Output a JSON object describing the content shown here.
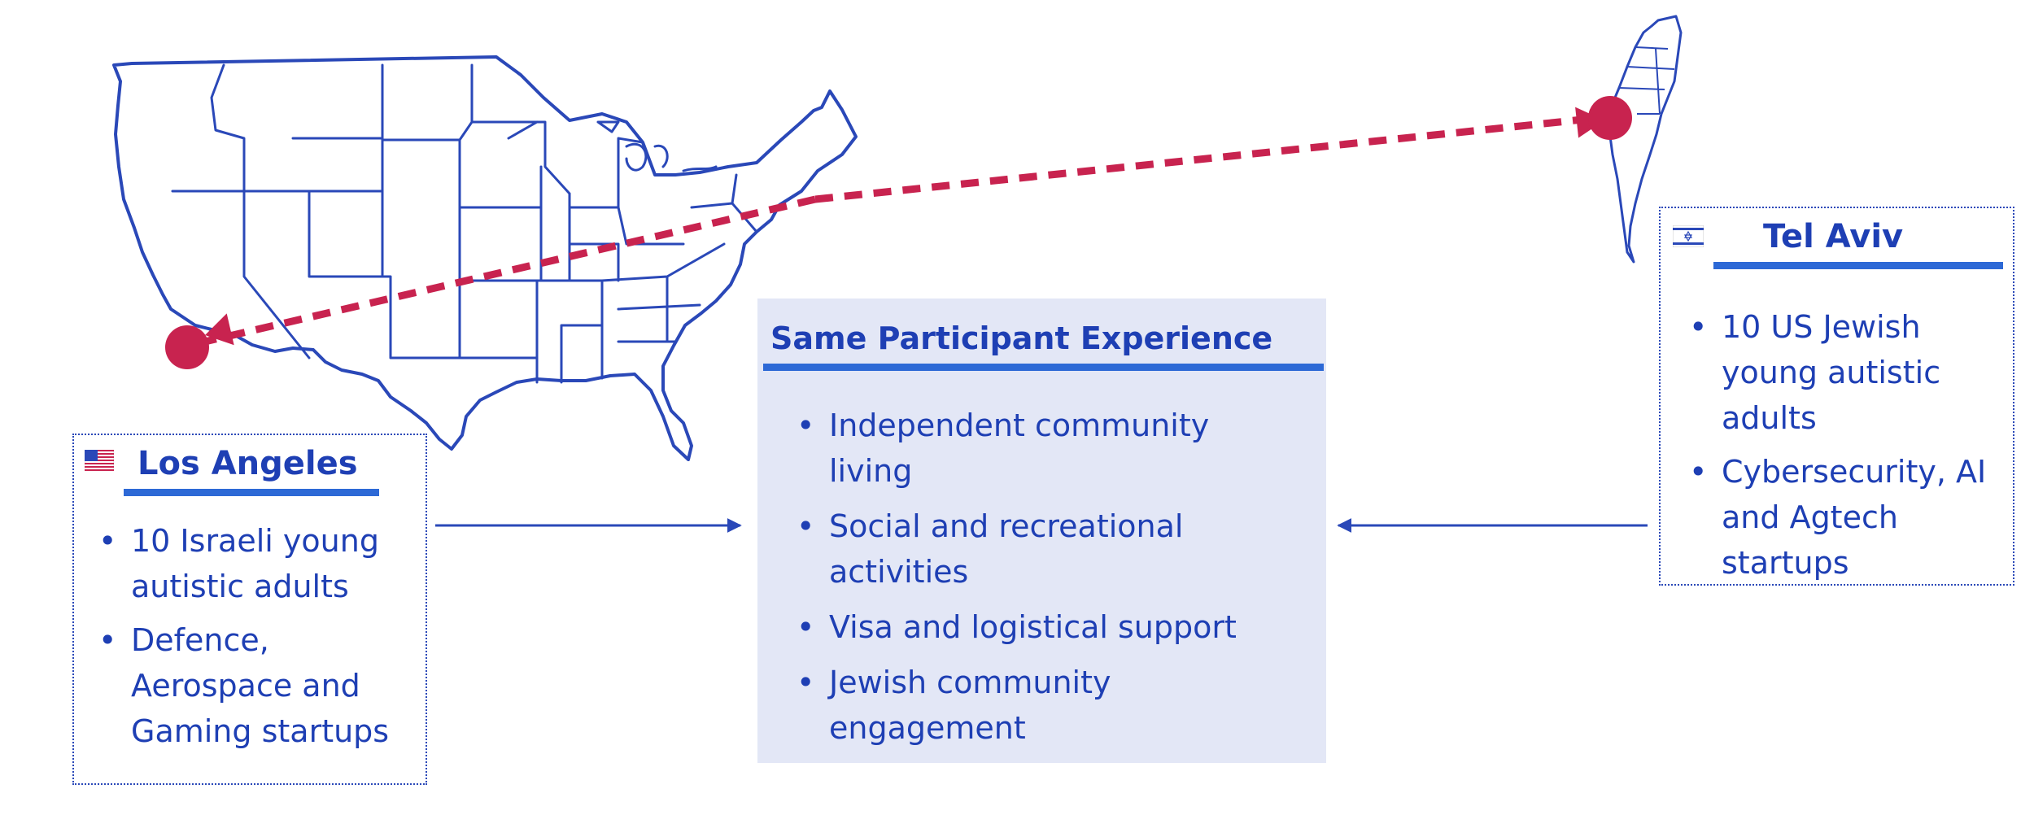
{
  "colors": {
    "text": "#1e3fb4",
    "heading_rule": "#2d69d6",
    "route": "#c8234f",
    "map_outline": "#2a48b8",
    "center_fill": "#e3e7f6"
  },
  "center": {
    "title": "Same Participant Experience",
    "items": [
      "Independent community living",
      "Social and recreational activities",
      "Visa and logistical support",
      "Jewish community engagement"
    ]
  },
  "los_angeles": {
    "flag_icon": "us-flag-icon",
    "title": "Los Angeles",
    "items": [
      "10 Israeli young autistic adults",
      "Defence, Aerospace and Gaming startups"
    ]
  },
  "tel_aviv": {
    "flag_icon": "israel-flag-icon",
    "title": "Tel Aviv",
    "items": [
      "10 US Jewish young autistic adults",
      "Cybersecurity, AI and Agtech startups"
    ]
  }
}
